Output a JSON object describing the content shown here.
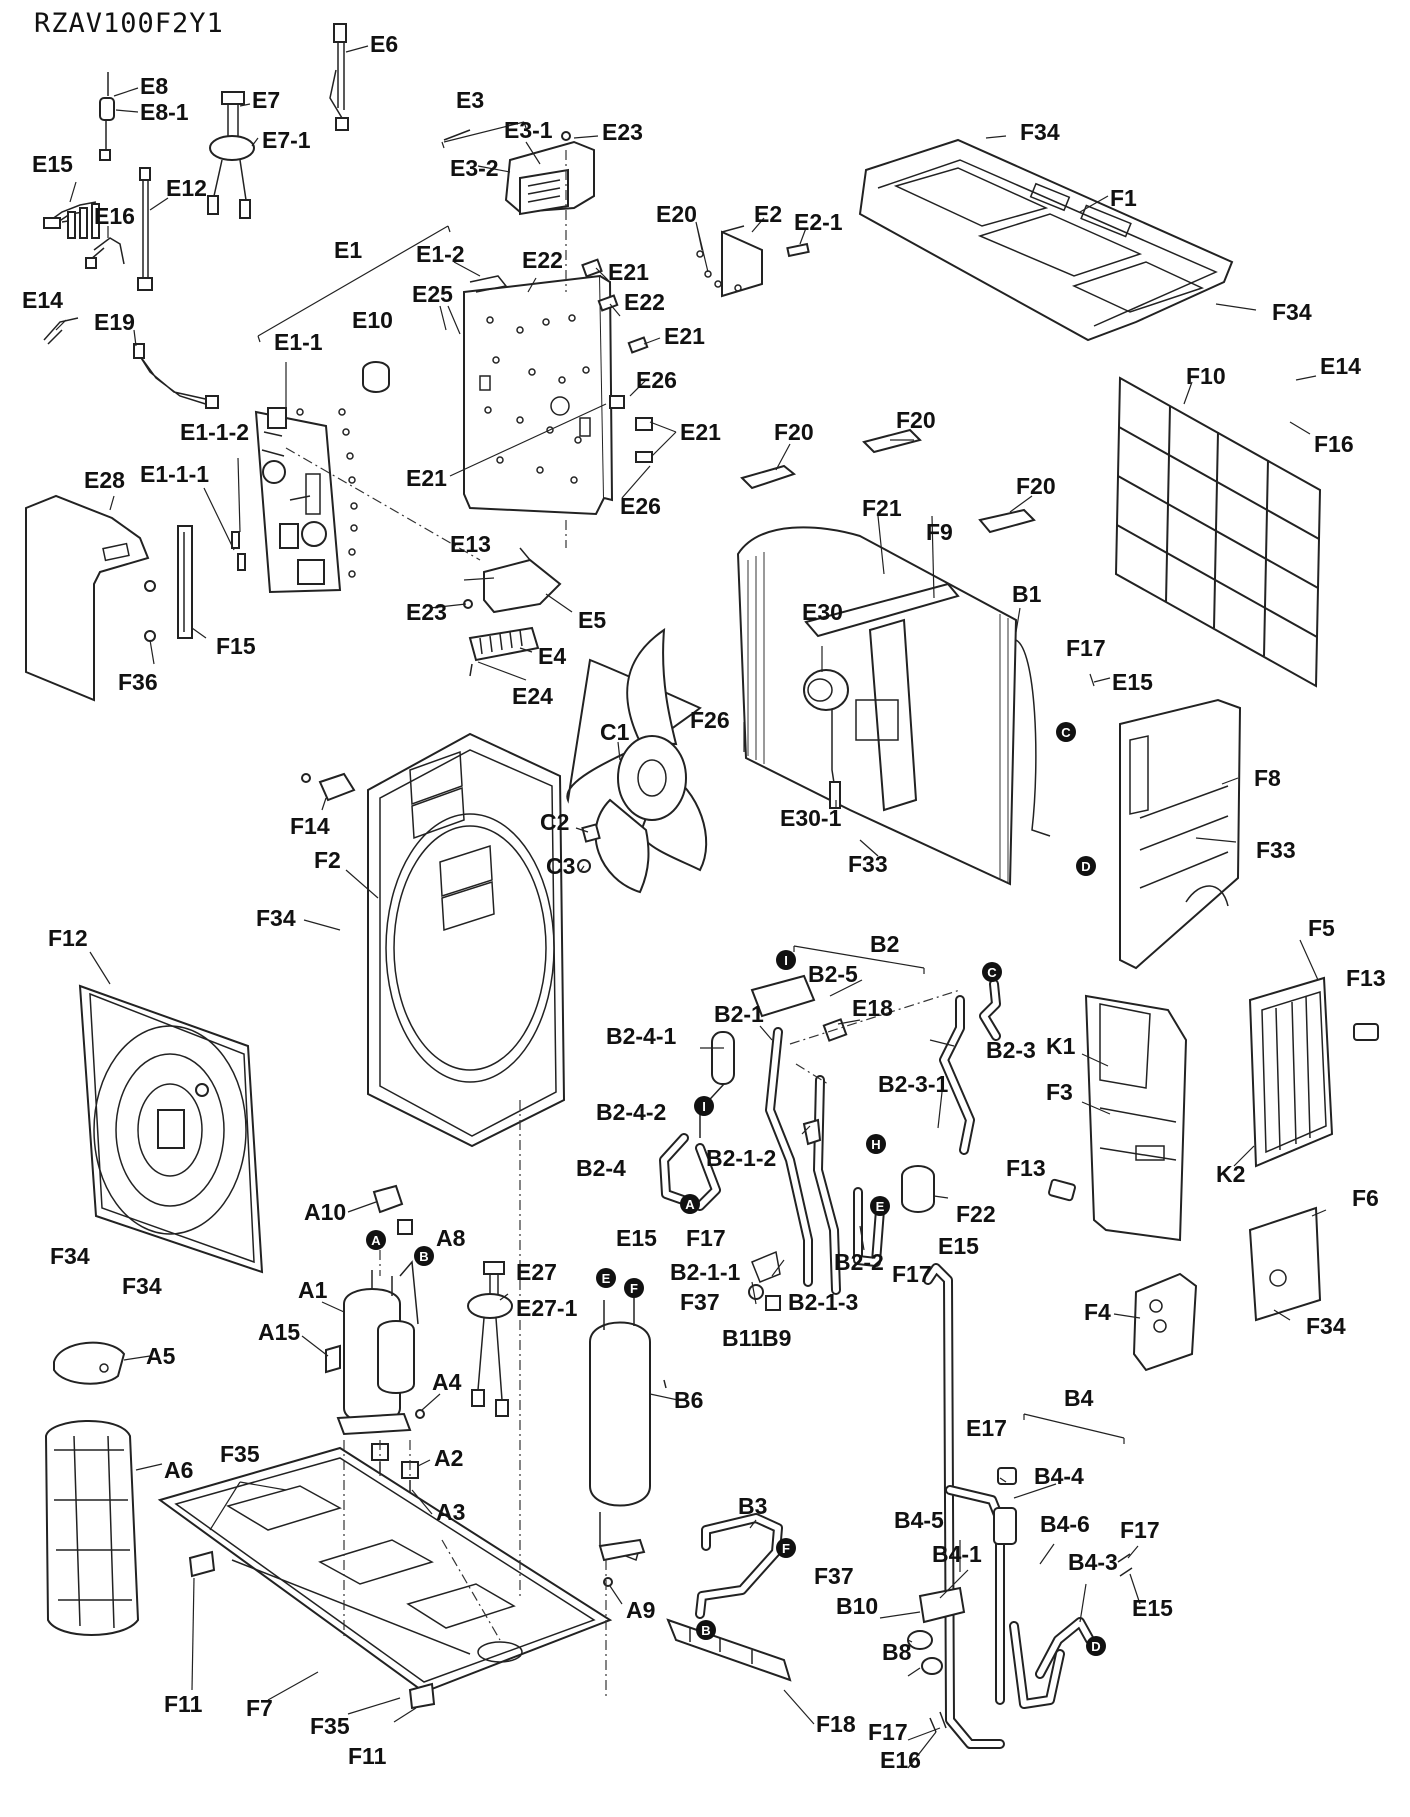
{
  "title": "RZAV100F2Y1",
  "connectors": [
    "A",
    "B",
    "C",
    "D",
    "E",
    "F",
    "H",
    "I"
  ],
  "labels": {
    "E6": "E6",
    "E8": "E8",
    "E8_1": "E8-1",
    "E7": "E7",
    "E7_1": "E7-1",
    "E15": "E15",
    "E12": "E12",
    "E16": "E16",
    "E14": "E14",
    "E19": "E19",
    "E3": "E3",
    "E3_1": "E3-1",
    "E3_2": "E3-2",
    "E23": "E23",
    "E1": "E1",
    "E1_1": "E1-1",
    "E1_2": "E1-2",
    "E1_1_1": "E1-1-1",
    "E1_1_2": "E1-1-2",
    "E10": "E10",
    "E25": "E25",
    "E22": "E22",
    "E21": "E21",
    "E26": "E26",
    "E20": "E20",
    "E2": "E2",
    "E2_1": "E2-1",
    "E28": "E28",
    "F15": "F15",
    "F36": "F36",
    "E13": "E13",
    "E5": "E5",
    "E4": "E4",
    "E24": "E24",
    "F34": "F34",
    "F1": "F1",
    "F10": "F10",
    "F16": "F16",
    "F20": "F20",
    "F21": "F21",
    "F9": "F9",
    "B1": "B1",
    "F17": "F17",
    "F26": "F26",
    "E30": "E30",
    "E30_1": "E30-1",
    "F33": "F33",
    "F8": "F8",
    "C1": "C1",
    "C2": "C2",
    "C3": "C3",
    "F14": "F14",
    "F2": "F2",
    "F12": "F12",
    "B2": "B2",
    "B2_5": "B2-5",
    "E18": "E18",
    "B2_1": "B2-1",
    "B2_4_1": "B2-4-1",
    "B2_4_2": "B2-4-2",
    "B2_4": "B2-4",
    "B2_1_2": "B2-1-2",
    "B2_3": "B2-3",
    "B2_3_1": "B2-3-1",
    "F22": "F22",
    "B2_2": "B2-2",
    "B2_1_1": "B2-1-1",
    "B2_1_3": "B2-1-3",
    "F37": "F37",
    "B11": "B11",
    "B9": "B9",
    "F5": "F5",
    "F13": "F13",
    "K1": "K1",
    "F3": "F3",
    "K2": "K2",
    "F6": "F6",
    "F4": "F4",
    "A10": "A10",
    "A8": "A8",
    "A1": "A1",
    "A15": "A15",
    "A4": "A4",
    "E27": "E27",
    "E27_1": "E27-1",
    "A5": "A5",
    "A6": "A6",
    "A2": "A2",
    "A3": "A3",
    "F35": "F35",
    "B6": "B6",
    "B3": "B3",
    "A9": "A9",
    "F11": "F11",
    "F7": "F7",
    "F18": "F18",
    "B4": "B4",
    "E17": "E17",
    "B4_4": "B4-4",
    "B4_5": "B4-5",
    "B4_6": "B4-6",
    "B4_1": "B4-1",
    "B4_3": "B4-3",
    "B10": "B10",
    "B8": "B8",
    "E16b": "E16"
  }
}
